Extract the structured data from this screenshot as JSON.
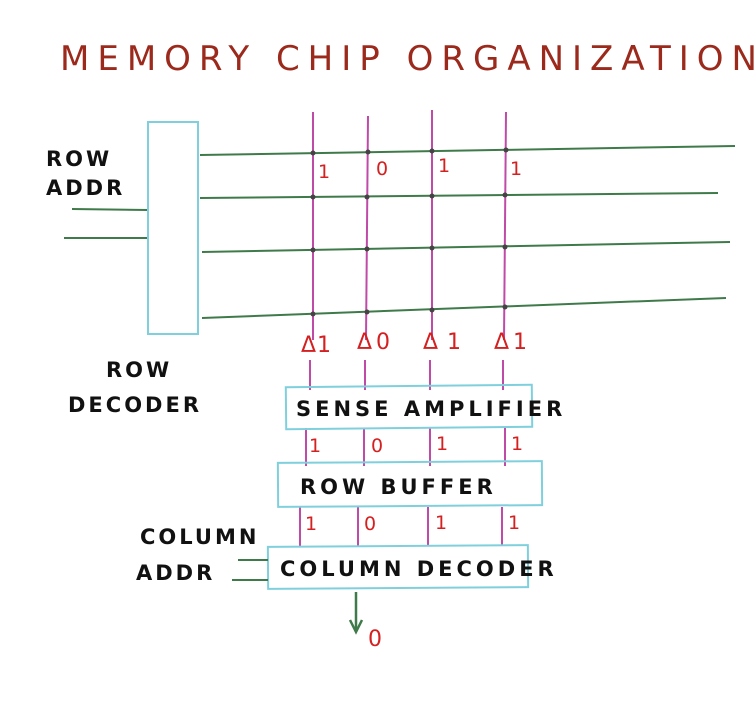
{
  "title": "MEMORY CHIP ORGANIZATION",
  "row_addr_label_1": "ROW",
  "row_addr_label_2": "ADDR",
  "row_decoder_label_1": "ROW",
  "row_decoder_label_2": "DECODER",
  "column_addr_label_1": "COLUMN",
  "column_addr_label_2": "ADDR",
  "sense_amplifier_label": "SENSE AMPLIFIER",
  "row_buffer_label": "ROW BUFFER",
  "column_decoder_label": "COLUMN DECODER",
  "cell_bits": [
    "1",
    "0",
    "1",
    "1"
  ],
  "sense_bits": [
    "1",
    "0",
    "1",
    "1"
  ],
  "sense_symbol": "Δ",
  "amp_to_buffer_bits": [
    "1",
    "0",
    "1",
    "1"
  ],
  "buffer_to_decoder_bits": [
    "1",
    "0",
    "1",
    "1"
  ],
  "output_bit": "0",
  "colors": {
    "title": "#9b2a1c",
    "wordline": "#3f7a4a",
    "bitline": "#c04aa8",
    "box": "#7fd0dc",
    "bits": "#d42020",
    "text": "#111111"
  }
}
